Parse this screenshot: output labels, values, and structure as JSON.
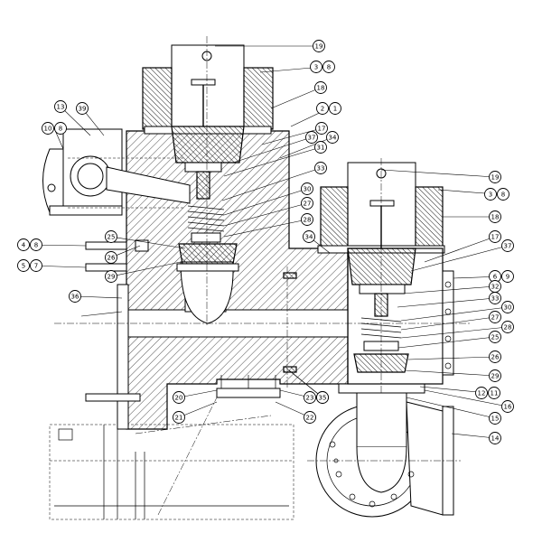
{
  "callouts": [
    {
      "id": "c19a",
      "label": "19"
    },
    {
      "id": "c38a",
      "label": "3 8"
    },
    {
      "id": "c18a",
      "label": "18"
    },
    {
      "id": "c21a",
      "label": "2 1"
    },
    {
      "id": "c17a",
      "label": "17"
    },
    {
      "id": "c37a",
      "label": "37"
    },
    {
      "id": "c34a",
      "label": "34"
    },
    {
      "id": "c31",
      "label": "31"
    },
    {
      "id": "c33a",
      "label": "33"
    },
    {
      "id": "c30a",
      "label": "30"
    },
    {
      "id": "c27a",
      "label": "27"
    },
    {
      "id": "c28a",
      "label": "28"
    },
    {
      "id": "c13",
      "label": "13"
    },
    {
      "id": "c39",
      "label": "39"
    },
    {
      "id": "c108",
      "label": "10 8"
    },
    {
      "id": "c48",
      "label": "4 8"
    },
    {
      "id": "c57",
      "label": "5 7"
    },
    {
      "id": "c25a",
      "label": "25"
    },
    {
      "id": "c26a",
      "label": "26"
    },
    {
      "id": "c29a",
      "label": "29"
    },
    {
      "id": "c36",
      "label": "36"
    },
    {
      "id": "c35a",
      "label": "35"
    },
    {
      "id": "c19b",
      "label": "19"
    },
    {
      "id": "c38b",
      "label": "3 8"
    },
    {
      "id": "c18b",
      "label": "18"
    },
    {
      "id": "c34b",
      "label": "34"
    },
    {
      "id": "c17b",
      "label": "17"
    },
    {
      "id": "c37b",
      "label": "37"
    },
    {
      "id": "c69",
      "label": "6 9"
    },
    {
      "id": "c32",
      "label": "32"
    },
    {
      "id": "c33b",
      "label": "33"
    },
    {
      "id": "c30b",
      "label": "30"
    },
    {
      "id": "c27b",
      "label": "27"
    },
    {
      "id": "c28b",
      "label": "28"
    },
    {
      "id": "c25b",
      "label": "25"
    },
    {
      "id": "c26b",
      "label": "26"
    },
    {
      "id": "c29b",
      "label": "29"
    },
    {
      "id": "c1211",
      "label": "12 11"
    },
    {
      "id": "c16",
      "label": "16"
    },
    {
      "id": "c15",
      "label": "15"
    },
    {
      "id": "c14",
      "label": "14"
    },
    {
      "id": "c20",
      "label": "20"
    },
    {
      "id": "c21b",
      "label": "21"
    },
    {
      "id": "c23",
      "label": "23"
    },
    {
      "id": "c22",
      "label": "22"
    },
    {
      "id": "c35b",
      "label": "35"
    }
  ]
}
